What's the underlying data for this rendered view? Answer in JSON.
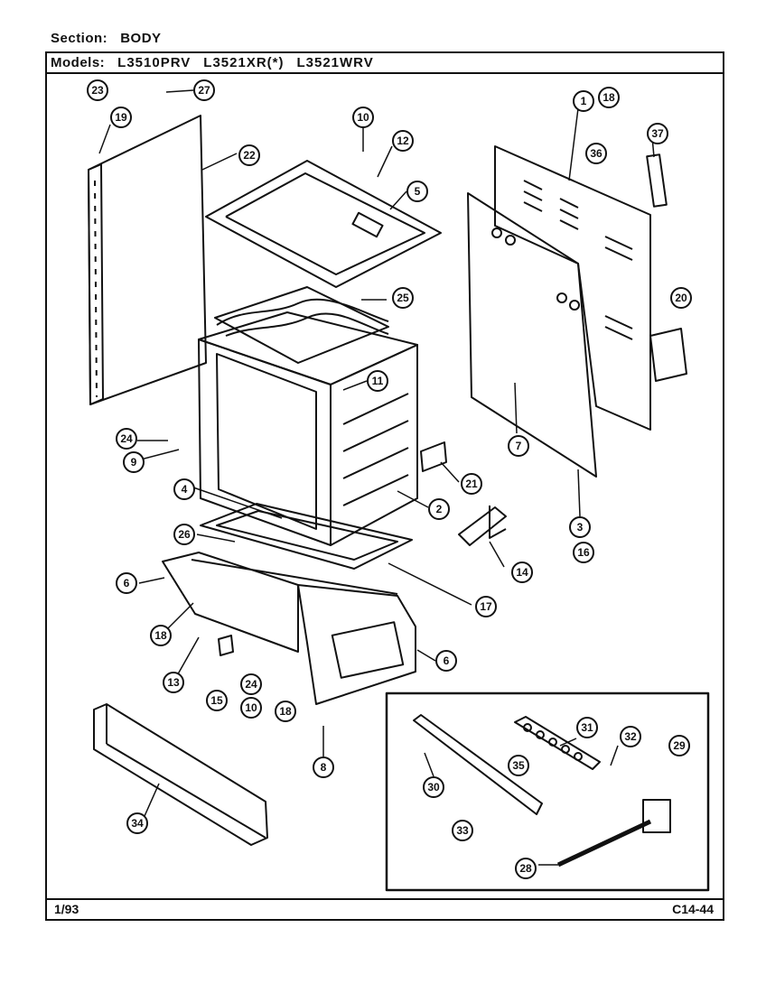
{
  "header": {
    "section_label": "Section:",
    "section_value": "BODY",
    "models_label": "Models:",
    "models": [
      "L3510PRV",
      "L3521XR(*)",
      "L3521WRV"
    ]
  },
  "footer": {
    "left": "1/93",
    "right": "C14-44"
  },
  "callouts": [
    "23",
    "27",
    "19",
    "22",
    "10",
    "12",
    "5",
    "1",
    "18",
    "36",
    "37",
    "25",
    "20",
    "11",
    "24",
    "9",
    "7",
    "21",
    "4",
    "2",
    "3",
    "16",
    "14",
    "26",
    "6",
    "17",
    "18",
    "13",
    "15",
    "24",
    "10",
    "18",
    "6",
    "8",
    "31",
    "32",
    "29",
    "35",
    "30",
    "34",
    "33",
    "28"
  ]
}
